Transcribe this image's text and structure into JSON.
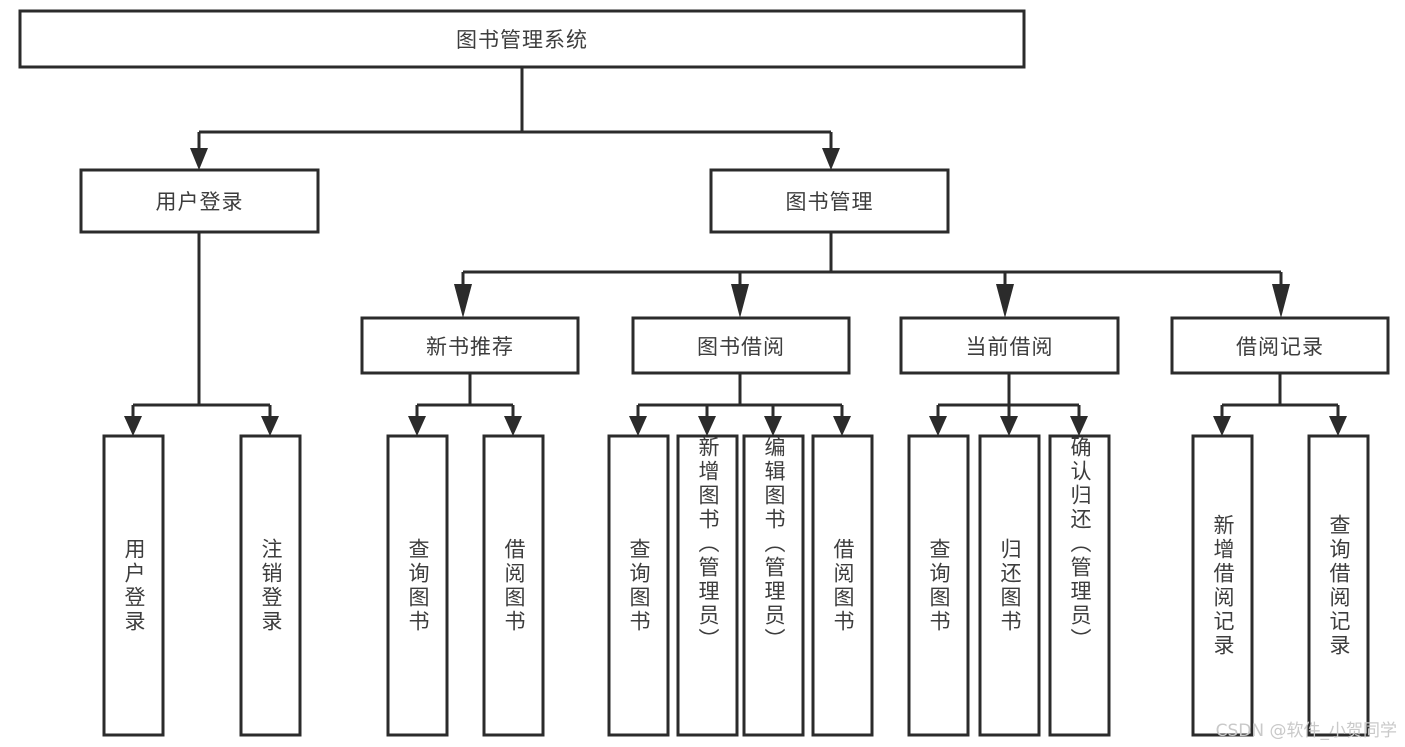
{
  "diagram": {
    "type": "hierarchy-tree",
    "title": "图书管理系统",
    "orientation": "top-down",
    "levels": 4,
    "root": {
      "id": "root",
      "label": "图书管理系统",
      "text_direction": "horizontal"
    },
    "level2": [
      {
        "id": "user-login",
        "label": "用户登录",
        "text_direction": "horizontal"
      },
      {
        "id": "book-management",
        "label": "图书管理",
        "text_direction": "horizontal"
      }
    ],
    "level3": [
      {
        "id": "new-book-recommend",
        "label": "新书推荐",
        "text_direction": "horizontal",
        "parent": "book-management"
      },
      {
        "id": "book-borrow",
        "label": "图书借阅",
        "text_direction": "horizontal",
        "parent": "book-management"
      },
      {
        "id": "current-borrow",
        "label": "当前借阅",
        "text_direction": "horizontal",
        "parent": "book-management"
      },
      {
        "id": "borrow-record",
        "label": "借阅记录",
        "text_direction": "horizontal",
        "parent": "book-management"
      }
    ],
    "leaves": [
      {
        "id": "leaf-user-login",
        "label": "用户登录",
        "parent": "user-login",
        "text_direction": "vertical"
      },
      {
        "id": "leaf-logout",
        "label": "注销登录",
        "parent": "user-login",
        "text_direction": "vertical"
      },
      {
        "id": "leaf-query-book-1",
        "label": "查询图书",
        "parent": "new-book-recommend",
        "text_direction": "vertical"
      },
      {
        "id": "leaf-borrow-book-1",
        "label": "借阅图书",
        "parent": "new-book-recommend",
        "text_direction": "vertical"
      },
      {
        "id": "leaf-query-book-2",
        "label": "查询图书",
        "parent": "book-borrow",
        "text_direction": "vertical"
      },
      {
        "id": "leaf-add-book",
        "label": "新增图书（管理员）",
        "parent": "book-borrow",
        "text_direction": "vertical"
      },
      {
        "id": "leaf-edit-book",
        "label": "编辑图书（管理员）",
        "parent": "book-borrow",
        "text_direction": "vertical"
      },
      {
        "id": "leaf-borrow-book-2",
        "label": "借阅图书",
        "parent": "book-borrow",
        "text_direction": "vertical"
      },
      {
        "id": "leaf-query-book-3",
        "label": "查询图书",
        "parent": "current-borrow",
        "text_direction": "vertical"
      },
      {
        "id": "leaf-return-book",
        "label": "归还图书",
        "parent": "current-borrow",
        "text_direction": "vertical"
      },
      {
        "id": "leaf-confirm-return",
        "label": "确认归还（管理员）",
        "parent": "current-borrow",
        "text_direction": "vertical"
      },
      {
        "id": "leaf-add-record",
        "label": "新增借阅记录",
        "parent": "borrow-record",
        "text_direction": "vertical"
      },
      {
        "id": "leaf-query-record",
        "label": "查询借阅记录",
        "parent": "borrow-record",
        "text_direction": "vertical"
      }
    ],
    "colors": {
      "box_stroke": "#2b2b2b",
      "box_fill": "#ffffff",
      "text": "#3d3d3d",
      "background": "#ffffff",
      "watermark": "#c9c9c9"
    }
  },
  "watermark": {
    "text": "CSDN @软件_小贺同学"
  }
}
